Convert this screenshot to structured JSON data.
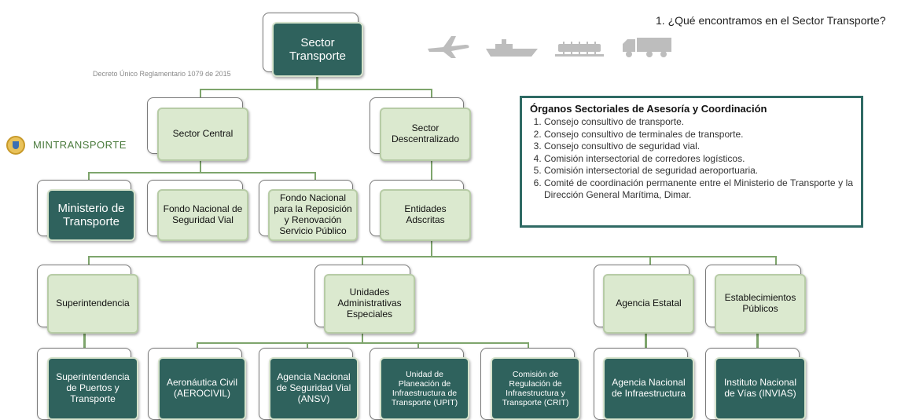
{
  "header": {
    "question": "1. ¿Qué encontramos en el Sector Transporte?",
    "decree": "Decreto Único Reglamentario 1079 de 2015",
    "logo_text": "MINTRANSPORTE"
  },
  "icons": [
    "airplane-icon",
    "ship-icon",
    "train-icon",
    "truck-icon"
  ],
  "colors": {
    "dark_node": "#2f625d",
    "light_node": "#dbe9cf",
    "connector": "#7ea56c",
    "box_border": "#2f6a64"
  },
  "org": {
    "root": "Sector Transporte",
    "central": "Sector Central",
    "descentralizado": "Sector Descentralizado",
    "ministerio": "Ministerio de Transporte",
    "fondo_vial": "Fondo Nacional de Seguridad Vial",
    "fondo_reposicion": "Fondo Nacional para la Reposición y Renovación Servicio Público",
    "adscritas": "Entidades Adscritas",
    "superintendencia": "Superintendencia",
    "unidades": "Unidades Administrativas Especiales",
    "agencia_estatal": "Agencia Estatal",
    "establecimientos": "Establecimientos Públicos",
    "supertransporte": "Superintendencia de Puertos y Transporte",
    "aerocivil": "Aeronáutica Civil (AEROCIVIL)",
    "ansv": "Agencia Nacional de Seguridad Vial (ANSV)",
    "upit": "Unidad de Planeación de Infraestructura de Transporte (UPIT)",
    "crit": "Comisión de Regulación de Infraestructura y Transporte (CRIT)",
    "ani": "Agencia Nacional de Infraestructura",
    "invias": "Instituto Nacional de Vías (INVIAS)"
  },
  "organos": {
    "title": "Órganos Sectoriales de Asesoría y Coordinación",
    "items": [
      "Consejo consultivo de transporte.",
      "Consejo consultivo de terminales de transporte.",
      "Consejo consultivo de seguridad vial.",
      "Comisión intersectorial de corredores logísticos.",
      "Comisión intersectorial de seguridad aeroportuaria.",
      "Comité de coordinación permanente entre el Ministerio de Transporte y la Dirección General Marítima, Dimar."
    ]
  }
}
